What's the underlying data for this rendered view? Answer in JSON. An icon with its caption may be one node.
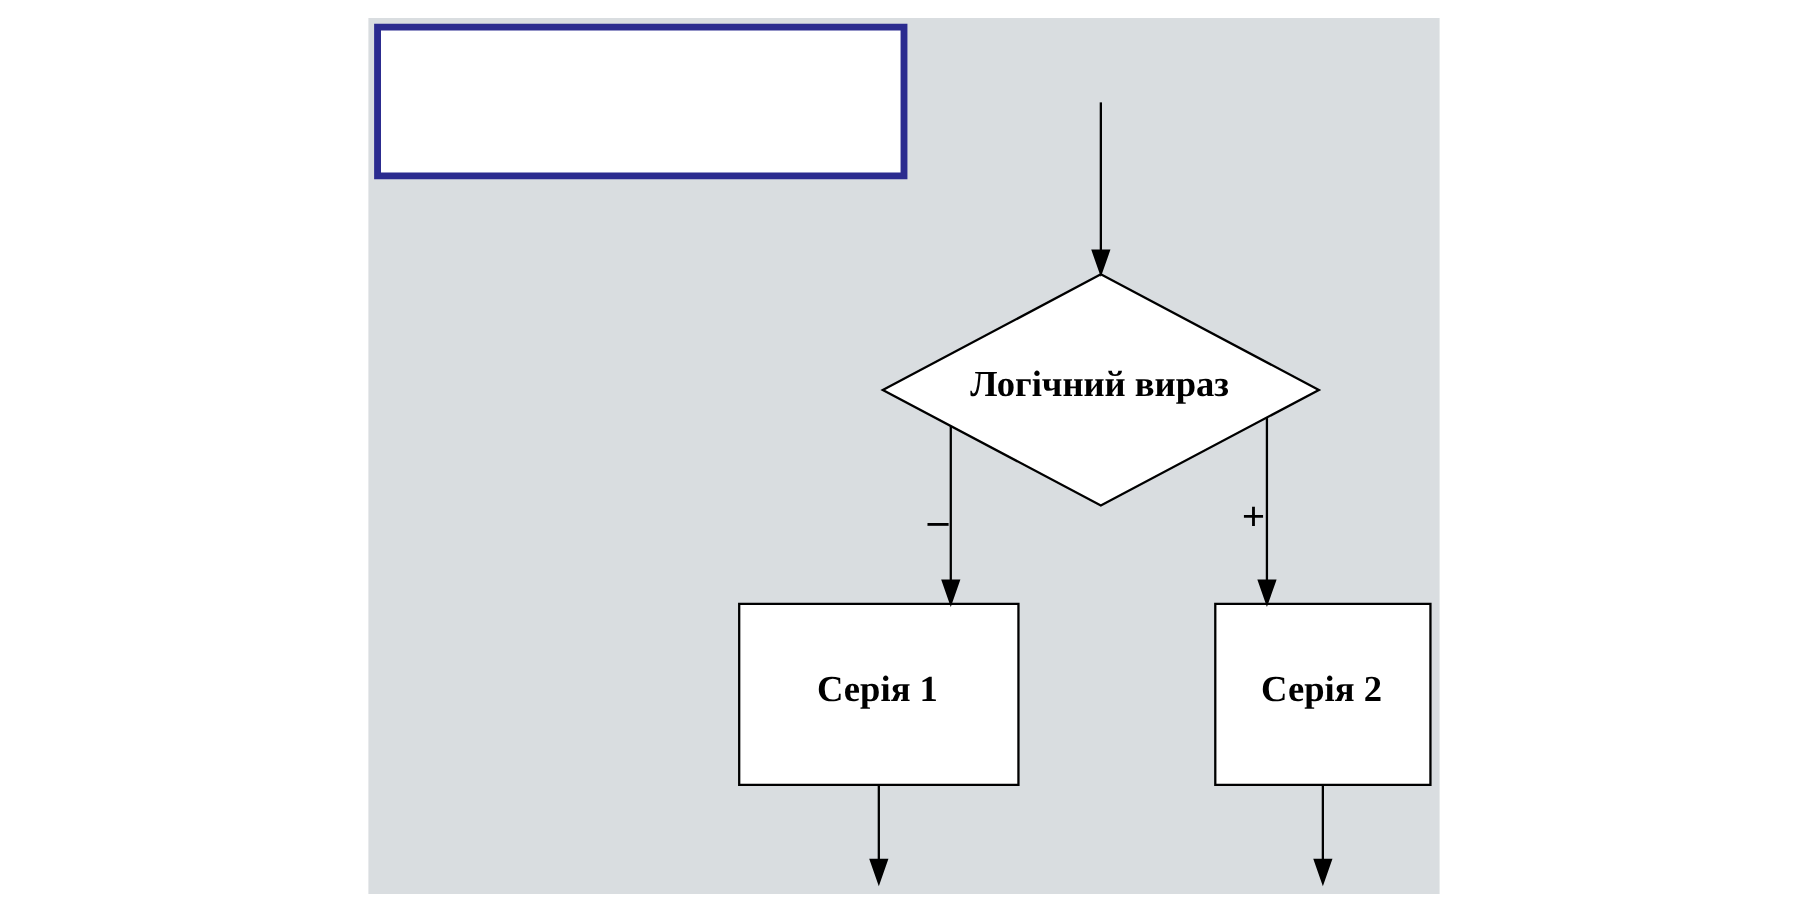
{
  "diagram": {
    "nodes": [
      {
        "text": [],
        "shape": "box"
      },
      {
        "text": [
          "Логічний вираз"
        ]
      },
      {
        "text": [
          "Серія 1"
        ]
      },
      {
        "text": [
          "Серія 2"
        ]
      }
    ],
    "edges": [
      {
        "from": null,
        "to": 1,
        "arrow": "to"
      },
      {
        "from": 1,
        "to": 2,
        "arrow": "to",
        "label": "–"
      },
      {
        "from": 1,
        "to": 3,
        "arrow": "to",
        "label": "+"
      },
      {
        "from": 2,
        "to": null,
        "arrow": "to"
      },
      {
        "from": 3,
        "to": null,
        "arrow": "to"
      }
    ]
  }
}
